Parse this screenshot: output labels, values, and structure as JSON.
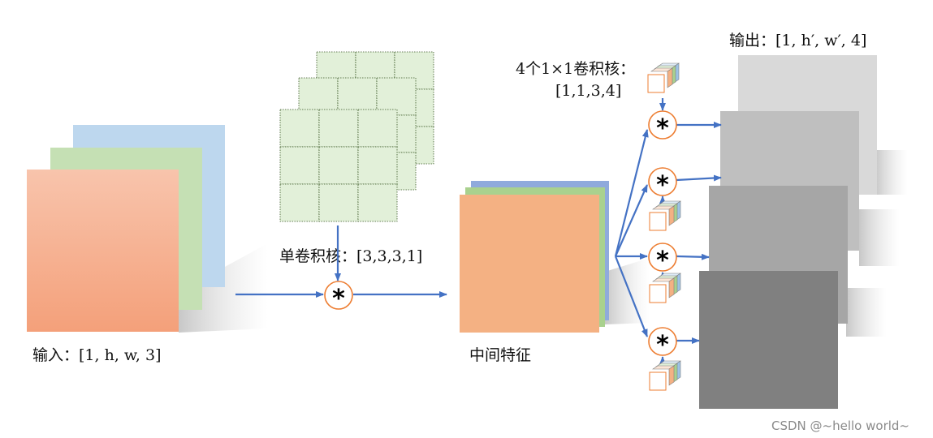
{
  "labels": {
    "input": "输入：[1, h, w, 3]",
    "single_kernel": "单卷积核：[3,3,3,1]",
    "intermediate": "中间特征",
    "pointwise_kernels_line1": "4个1×1卷积核：",
    "pointwise_kernels_line2": "[1,1,3,4]",
    "output": "输出：[1, h′, w′, 4]",
    "conv_symbol": "*"
  },
  "watermark": "CSDN @~hello world~",
  "colors": {
    "channel_red": "#F4B183",
    "channel_green": "#C5E0B4",
    "channel_blue": "#BDD7EE",
    "kernel_fill": "#E2F0D9",
    "arrow": "#4472C4",
    "operator_ring": "#ED7D31",
    "output_maps": [
      "#D9D9D9",
      "#BFBFBF",
      "#A6A6A6",
      "#808080"
    ]
  }
}
